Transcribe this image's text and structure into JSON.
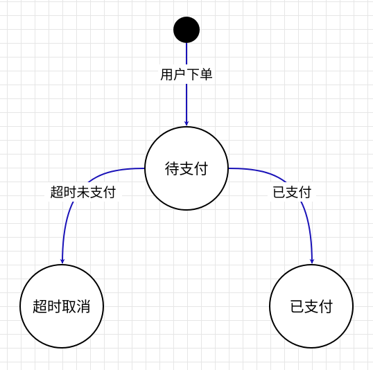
{
  "diagram": {
    "colors": {
      "arrow": "#1a12b8",
      "node_stroke": "#000000",
      "node_fill": "#ffffff",
      "initial_fill": "#000000",
      "grid": "#e6e6e6"
    },
    "initial_node": {
      "icon": "filled-circle"
    },
    "states": {
      "pending_payment": "待支付",
      "timeout_cancel": "超时取消",
      "paid": "已支付"
    },
    "transitions": {
      "place_order": "用户下单",
      "timeout_unpaid": "超时未支付",
      "paid": "已支付"
    }
  }
}
